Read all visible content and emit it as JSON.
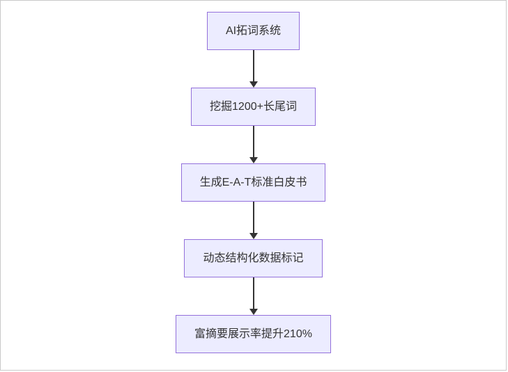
{
  "diagram": {
    "type": "flowchart-top-down",
    "nodes": [
      {
        "id": "n1",
        "label": "AI拓词系统"
      },
      {
        "id": "n2",
        "label": "挖掘1200+长尾词"
      },
      {
        "id": "n3",
        "label": "生成E-A-T标准白皮书"
      },
      {
        "id": "n4",
        "label": "动态结构化数据标记"
      },
      {
        "id": "n5",
        "label": "富摘要展示率提升210%"
      }
    ],
    "edges": [
      {
        "from": "n1",
        "to": "n2"
      },
      {
        "from": "n2",
        "to": "n3"
      },
      {
        "from": "n3",
        "to": "n4"
      },
      {
        "from": "n4",
        "to": "n5"
      }
    ],
    "colors": {
      "node_fill": "#ECECFF",
      "node_border": "#9370DB",
      "node_text": "#333333",
      "arrow": "#333333",
      "background": "#FFFFFF"
    }
  }
}
